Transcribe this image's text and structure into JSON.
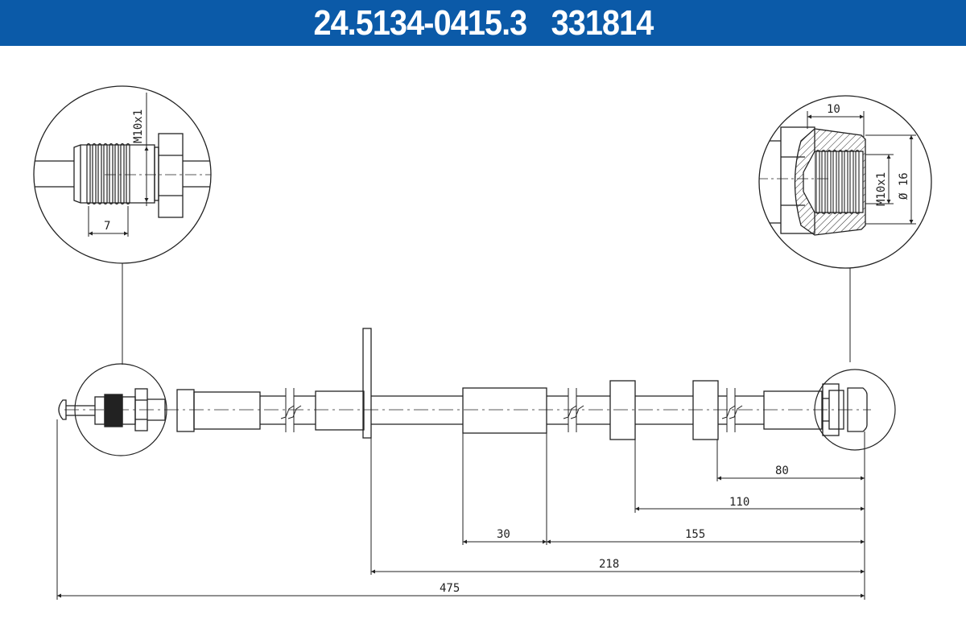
{
  "header": {
    "part_number": "24.5134-0415.3",
    "ref_number": "331814",
    "title": "24.5134-0415.3   331814",
    "background_color": "#0b5aa8",
    "text_color": "#ffffff"
  },
  "detail_left": {
    "thread_label": "M10x1",
    "length_label": "7"
  },
  "detail_right": {
    "length_label": "10",
    "thread_label": "M10x1",
    "diameter_label": "Ø 16"
  },
  "dimensions": {
    "d80": "80",
    "d110": "110",
    "d30": "30",
    "d155": "155",
    "d218": "218",
    "d475": "475"
  }
}
